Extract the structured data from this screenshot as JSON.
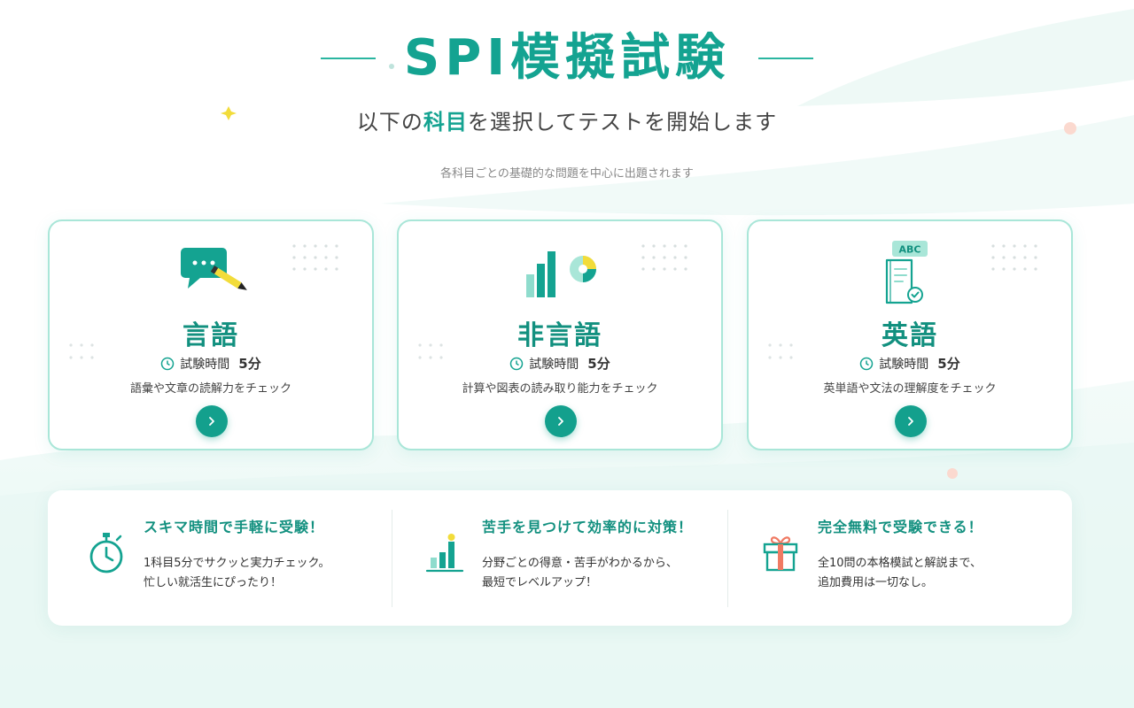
{
  "header": {
    "title": "SPI模擬試験",
    "subtitle_pre": "以下の",
    "subtitle_highlight": "科目",
    "subtitle_post": "を選択してテストを開始します",
    "note": "各科目ごとの基礎的な問題を中心に出題されます"
  },
  "subjects": [
    {
      "title": "言語",
      "time_label": "試験時間",
      "time_value": "5分",
      "description": "語彙や文章の読解力をチェック",
      "icon": "chat-pencil-icon"
    },
    {
      "title": "非言語",
      "time_label": "試験時間",
      "time_value": "5分",
      "description": "計算や図表の読み取り能力をチェック",
      "icon": "bar-pie-chart-icon"
    },
    {
      "title": "英語",
      "time_label": "試験時間",
      "time_value": "5分",
      "description": "英単語や文法の理解度をチェック",
      "icon": "abc-document-icon",
      "icon_text": "ABC"
    }
  ],
  "features": [
    {
      "title": "スキマ時間で手軽に受験！",
      "line1": "1科目5分でサクッと実力チェック。",
      "line2": "忙しい就活生にぴったり！",
      "icon": "stopwatch-icon"
    },
    {
      "title": "苦手を見つけて効率的に対策！",
      "line1": "分野ごとの得意・苦手がわかるから、",
      "line2": "最短でレベルアップ！",
      "icon": "growth-chart-icon"
    },
    {
      "title": "完全無料で受験できる！",
      "line1": "全10問の本格模試と解説まで、",
      "line2": "追加費用は一切なし。",
      "icon": "gift-icon"
    }
  ],
  "colors": {
    "primary": "#14a391",
    "card_border": "#a9e6d8",
    "accent_yellow": "#f2dc3a",
    "accent_coral": "#f07a63"
  }
}
